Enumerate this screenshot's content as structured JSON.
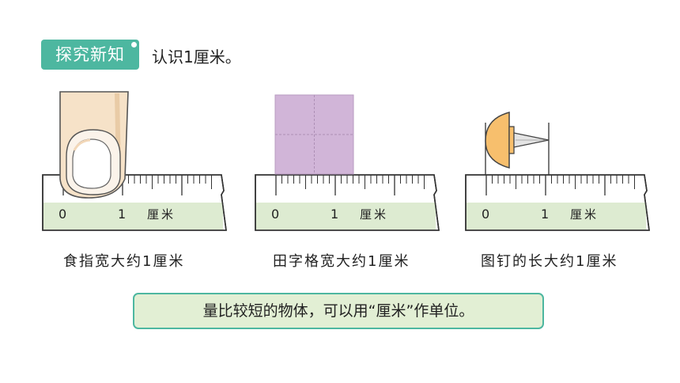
{
  "header": {
    "badge_label": "探究新知",
    "intro_text": "认识1厘米。"
  },
  "rulers": {
    "zero_label": "0",
    "one_label": "1",
    "unit_label": "厘米"
  },
  "captions": [
    "食指宽大约1厘米",
    "田字格宽大约1厘米",
    "图钉的长大约1厘米"
  ],
  "summary": {
    "text": "量比较短的物体，可以用“厘米”作单位。"
  },
  "colors": {
    "accent": "#4db7a0",
    "ruler_band": "#ddebd1",
    "grid_fill": "#d1b5d8",
    "pin_head": "#f7bf6d",
    "finger_skin": "#f6e2c8"
  }
}
